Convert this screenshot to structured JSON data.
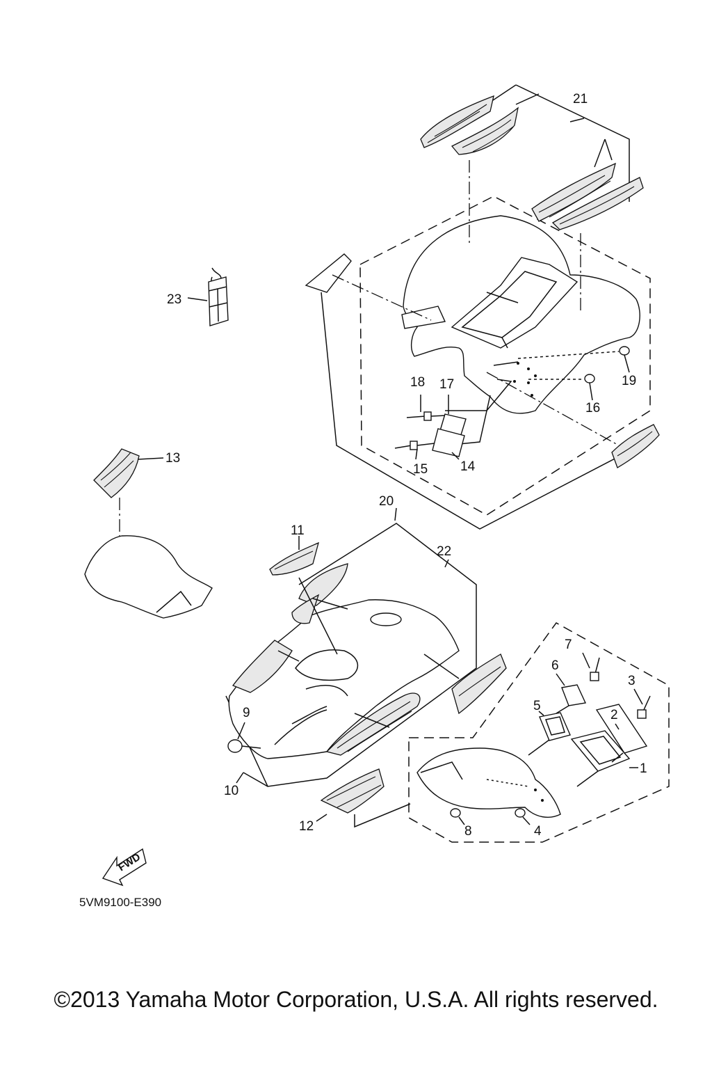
{
  "diagram": {
    "part_labels": [
      {
        "id": "1",
        "text": "1"
      },
      {
        "id": "2",
        "text": "2"
      },
      {
        "id": "3",
        "text": "3"
      },
      {
        "id": "4",
        "text": "4"
      },
      {
        "id": "5",
        "text": "5"
      },
      {
        "id": "6",
        "text": "6"
      },
      {
        "id": "7",
        "text": "7"
      },
      {
        "id": "8",
        "text": "8"
      },
      {
        "id": "9",
        "text": "9"
      },
      {
        "id": "10",
        "text": "10"
      },
      {
        "id": "11",
        "text": "11"
      },
      {
        "id": "12",
        "text": "12"
      },
      {
        "id": "13",
        "text": "13"
      },
      {
        "id": "14",
        "text": "14"
      },
      {
        "id": "15",
        "text": "15"
      },
      {
        "id": "16",
        "text": "16"
      },
      {
        "id": "17",
        "text": "17"
      },
      {
        "id": "18",
        "text": "18"
      },
      {
        "id": "19",
        "text": "19"
      },
      {
        "id": "20",
        "text": "20"
      },
      {
        "id": "21",
        "text": "21"
      },
      {
        "id": "22",
        "text": "22"
      },
      {
        "id": "23",
        "text": "23"
      }
    ],
    "fwd_label": "FWD",
    "drawing_code": "5VM9100-E390"
  },
  "footer": {
    "copyright": "©2013 Yamaha Motor Corporation, U.S.A. All rights reserved."
  }
}
